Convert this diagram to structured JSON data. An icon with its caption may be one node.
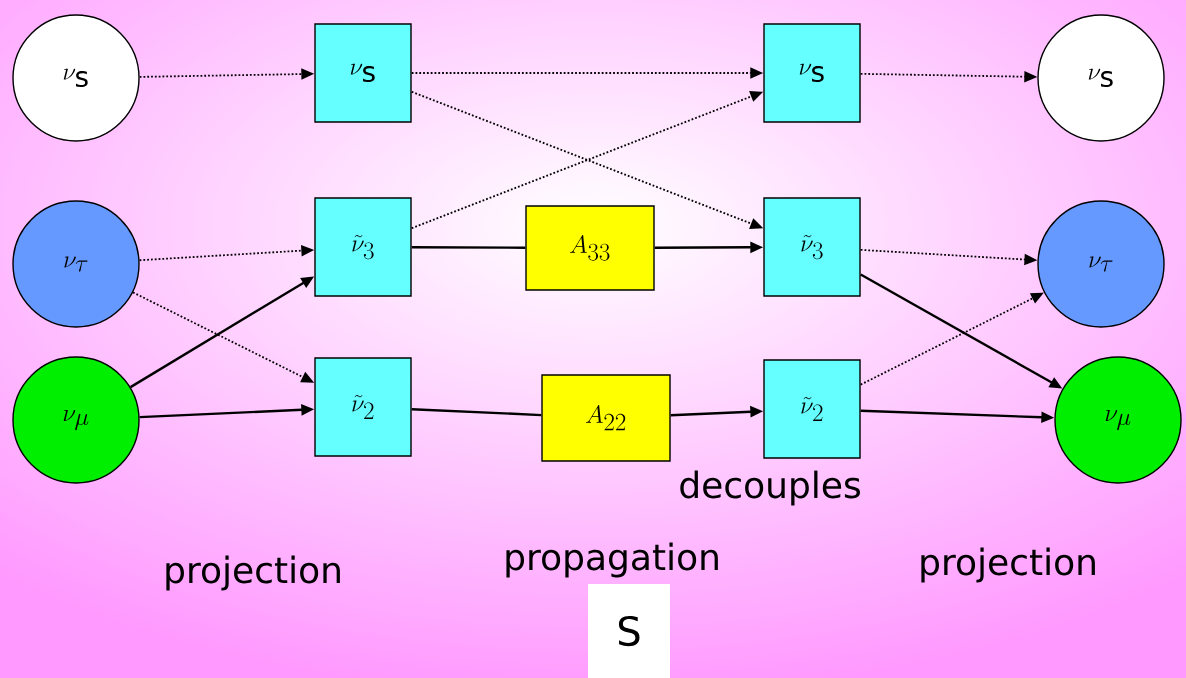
{
  "diagram": {
    "nodes": [
      {
        "text": [
          "\\nu_{\\mathrm{s}}"
        ]
      },
      {
        "text": [
          "\\nu_{\\tau}"
        ]
      },
      {
        "text": [
          "\\nu_{\\mu}"
        ]
      },
      {
        "text": [
          "\\nu_{\\mathrm{s}}"
        ]
      },
      {
        "text": [
          "\\tilde{\\nu}_{3}"
        ]
      },
      {
        "text": [
          "\\tilde{\\nu}_{2}"
        ]
      },
      {
        "text": [
          "A_{33}"
        ]
      },
      {
        "text": [
          "A_{22}"
        ]
      },
      {
        "text": [
          "\\nu_{\\mathrm{s}}"
        ]
      },
      {
        "text": [
          "\\tilde{\\nu}_{3}"
        ]
      },
      {
        "text": [
          "\\tilde{\\nu}_{2}"
        ]
      },
      {
        "text": [
          "\\nu_{\\mathrm{s}}"
        ]
      },
      {
        "text": [
          "\\nu_{\\tau}"
        ]
      },
      {
        "text": [
          "\\nu_{\\mu}"
        ]
      },
      {
        "text": [
          "S"
        ]
      }
    ],
    "edges": [
      {
        "from": 0,
        "to": 3,
        "arrow": "to",
        "style": "dashed"
      },
      {
        "from": 3,
        "to": 8,
        "arrow": "to",
        "style": "dashed"
      },
      {
        "from": 3,
        "to": 9,
        "arrow": "to",
        "style": "dashed"
      },
      {
        "from": 8,
        "to": 11,
        "arrow": "to",
        "style": "dashed"
      },
      {
        "from": 1,
        "to": 4,
        "arrow": "to",
        "style": "dashed"
      },
      {
        "from": 1,
        "to": 5,
        "arrow": "to",
        "style": "dashed"
      },
      {
        "from": 2,
        "to": 4,
        "arrow": "to"
      },
      {
        "from": 2,
        "to": 5,
        "arrow": "to"
      },
      {
        "from": 4,
        "to": 8,
        "arrow": "to",
        "style": "dashed"
      },
      {
        "from": 4,
        "to": 6,
        "arrow": "none"
      },
      {
        "from": 6,
        "to": 9,
        "arrow": "to"
      },
      {
        "from": 5,
        "to": 7,
        "arrow": "none"
      },
      {
        "from": 7,
        "to": 10,
        "arrow": "to"
      },
      {
        "from": 9,
        "to": 12,
        "arrow": "to",
        "style": "dashed"
      },
      {
        "from": 9,
        "to": 13,
        "arrow": "to"
      },
      {
        "from": 10,
        "to": 12,
        "arrow": "to",
        "style": "dashed"
      },
      {
        "from": 10,
        "to": 13,
        "arrow": "to"
      }
    ],
    "labels": [
      "decouples",
      "projection",
      "propagation",
      "projection"
    ]
  }
}
